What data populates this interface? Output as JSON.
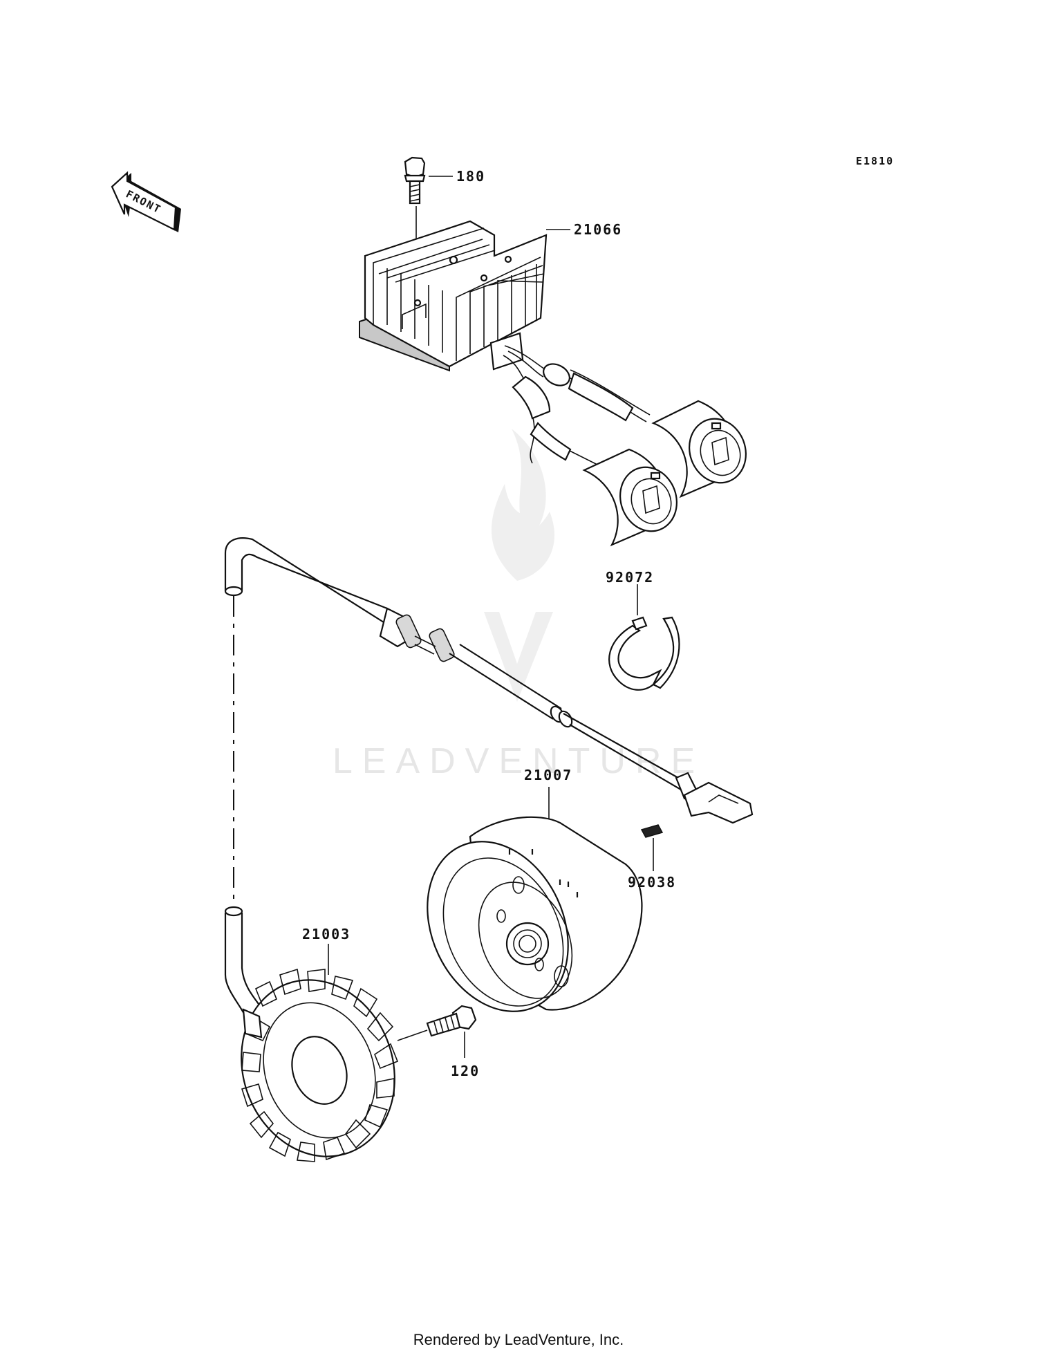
{
  "diagram": {
    "code": "E1810",
    "front_arrow_label": "FRONT",
    "watermark_text": "LEADVENTURE",
    "footer": "Rendered by LeadVenture, Inc.",
    "parts": [
      {
        "number": "180",
        "name": "bolt"
      },
      {
        "number": "21066",
        "name": "regulator"
      },
      {
        "number": "92072",
        "name": "band"
      },
      {
        "number": "21007",
        "name": "flywheel"
      },
      {
        "number": "92038",
        "name": "key"
      },
      {
        "number": "21003",
        "name": "stator"
      },
      {
        "number": "120",
        "name": "bolt"
      }
    ]
  }
}
